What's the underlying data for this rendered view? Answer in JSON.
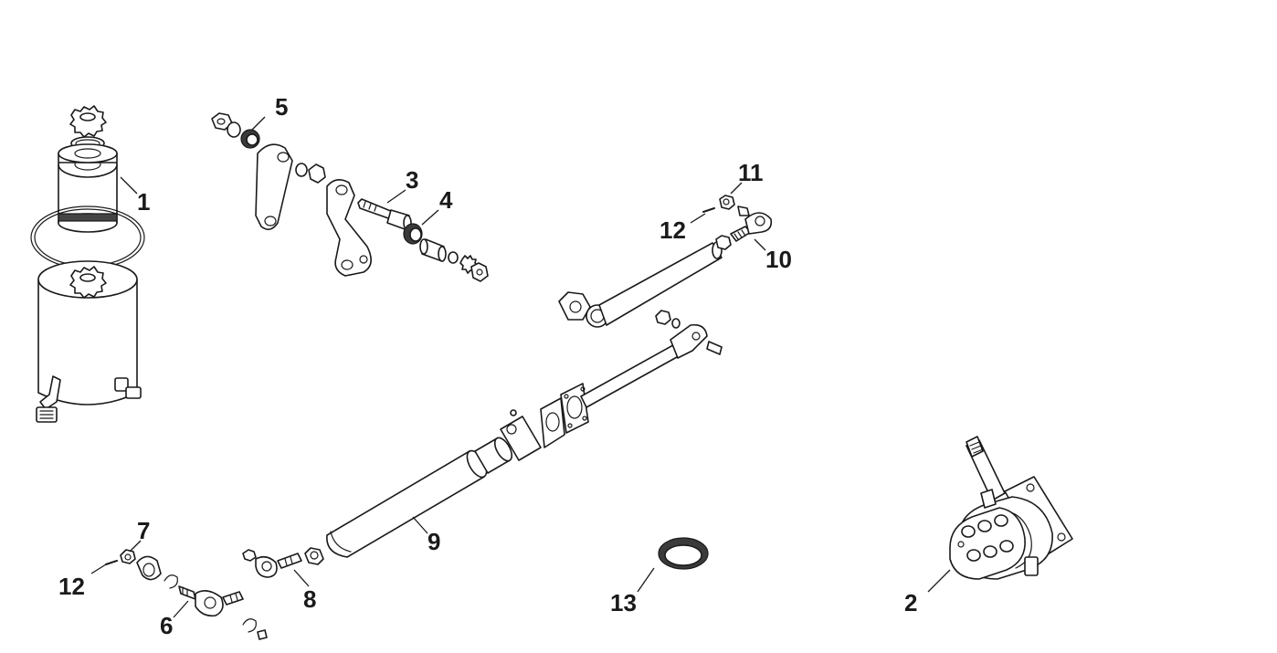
{
  "callouts": {
    "c1": "1",
    "c2": "2",
    "c3": "3",
    "c4": "4",
    "c5": "5",
    "c6": "6",
    "c7": "7",
    "c8": "8",
    "c9": "9",
    "c10": "10",
    "c11": "11",
    "c12a": "12",
    "c12b": "12",
    "c13": "13"
  },
  "colors": {
    "line": "#1a1a1a",
    "background": "#ffffff"
  }
}
